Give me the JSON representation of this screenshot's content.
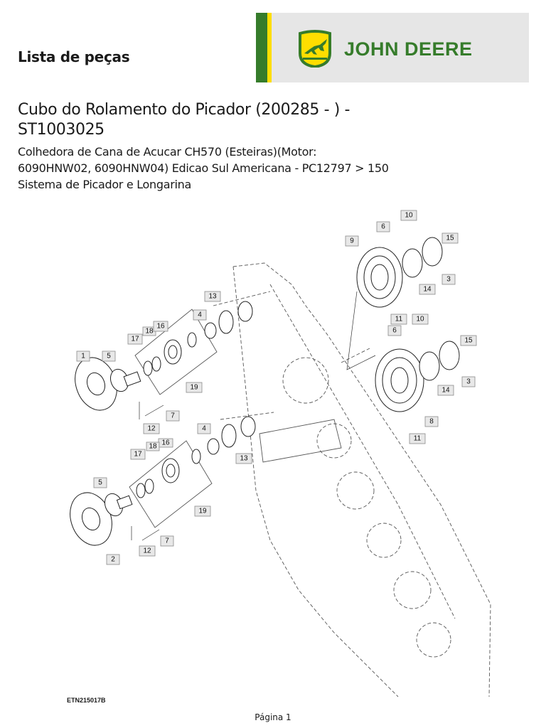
{
  "header": {
    "section_title": "Lista de peças",
    "brand": {
      "name_first": "JOHN",
      "name_second": "DEERE",
      "colors": {
        "green": "#367c2b",
        "yellow": "#ffde00",
        "band": "#e6e6e6"
      }
    }
  },
  "document": {
    "title_line1": "Cubo do Rolamento do Picador (200285 - ) -",
    "title_line2": "ST1003025",
    "subtitle_line1": "Colhedora de Cana de Acucar CH570 (Esteiras)(Motor:",
    "subtitle_line2": "6090HNW02, 6090HNW04) Edicao Sul Americana - PC12797 > 150",
    "subtitle_line3": "Sistema de Picador e Longarina"
  },
  "diagram": {
    "figure_id": "ETN215017B",
    "callouts": [
      "10",
      "6",
      "15",
      "9",
      "3",
      "14",
      "13",
      "4",
      "11",
      "10",
      "6",
      "18",
      "16",
      "15",
      "17",
      "1",
      "5",
      "3",
      "14",
      "19",
      "8",
      "7",
      "12",
      "11",
      "4",
      "16",
      "18",
      "13",
      "17",
      "5",
      "19",
      "2",
      "12",
      "7"
    ]
  },
  "footer": {
    "page_label": "Página 1"
  }
}
